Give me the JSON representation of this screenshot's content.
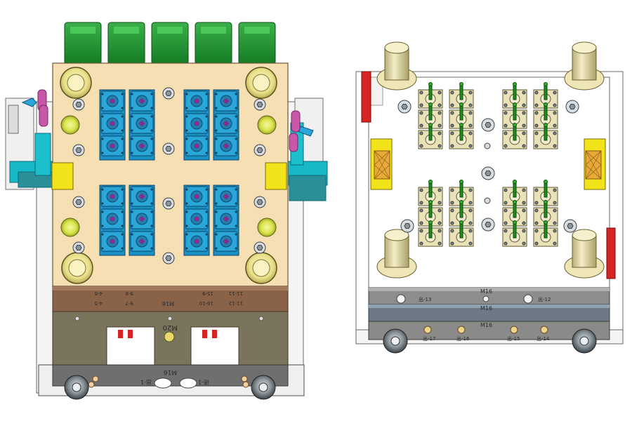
{
  "left_mold": {
    "labels": {
      "plate_row1_a": "4-6",
      "plate_row1_b": "9-8",
      "plate_row1_c": "15-9",
      "plate_row1_d": "11-11",
      "plate_row2_a": "4-5",
      "plate_row2_b": "9-7",
      "plate_center": "M16",
      "plate_row2_c": "16-10",
      "plate_row2_d": "11-12",
      "mid_center": "M20",
      "bottom_left": "出-1",
      "bottom_center": "M16",
      "bottom_right": "进-1"
    }
  },
  "right_mold": {
    "labels": {
      "plate1_left": "出-13",
      "plate1_center": "M16",
      "plate1_right": "出-12",
      "plate2_center": "M16",
      "plate3_center": "M16",
      "plate3_a": "出-17",
      "plate3_b": "出-16",
      "plate3_c": "出-15",
      "plate3_d": "出-14"
    }
  },
  "colors": {
    "cavity_plate": "#f7dfb4",
    "connector": "#1e8a2e",
    "insert": "#2aa6d8",
    "plate_brown": "#8a6248",
    "plate_olive": "#7b745c",
    "bushing_yellow": "#e7e08a",
    "side_yellow": "#f2e21a",
    "accent_red": "#d42424",
    "cyan": "#18b8c8",
    "pin_green": "#1f8a1f",
    "pillar": "#e8e0b0"
  }
}
